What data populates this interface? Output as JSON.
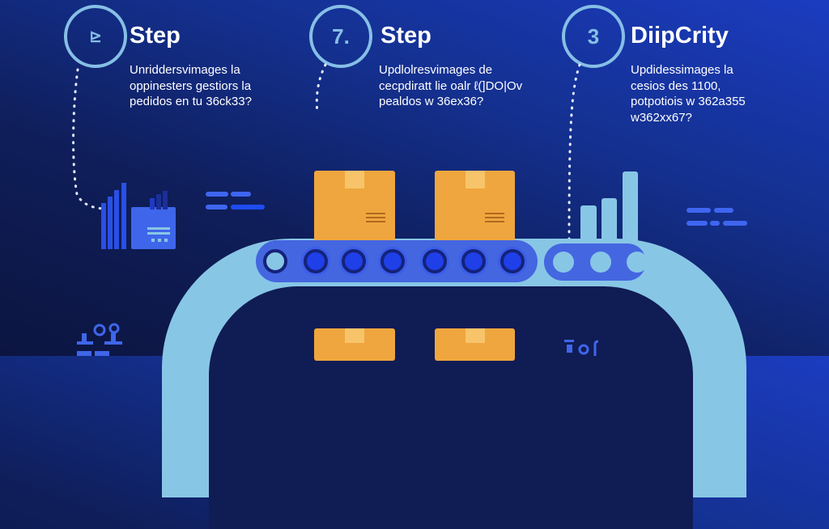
{
  "steps": [
    {
      "badge": "⊵",
      "title": "Step",
      "lines": [
        "Unriddersvimages la",
        "oppinesters gestiors la",
        "pedidos en tu 36ck33?"
      ]
    },
    {
      "badge": "7.",
      "title": "Step",
      "lines": [
        "Updlolresvimages de",
        "cecpdiratt lie oalr ℓ(]DO|Ov",
        "pealdos w 36ex36?"
      ]
    },
    {
      "badge": "3",
      "title": "DiipCrity",
      "lines": [
        "Updidessimages la",
        "cesios des 1100,",
        "potpotiois w 362a355",
        "w362xx67?"
      ]
    }
  ],
  "colors": {
    "accent": "#86bfe6",
    "belt": "#4466e0",
    "box": "#efa63e"
  }
}
